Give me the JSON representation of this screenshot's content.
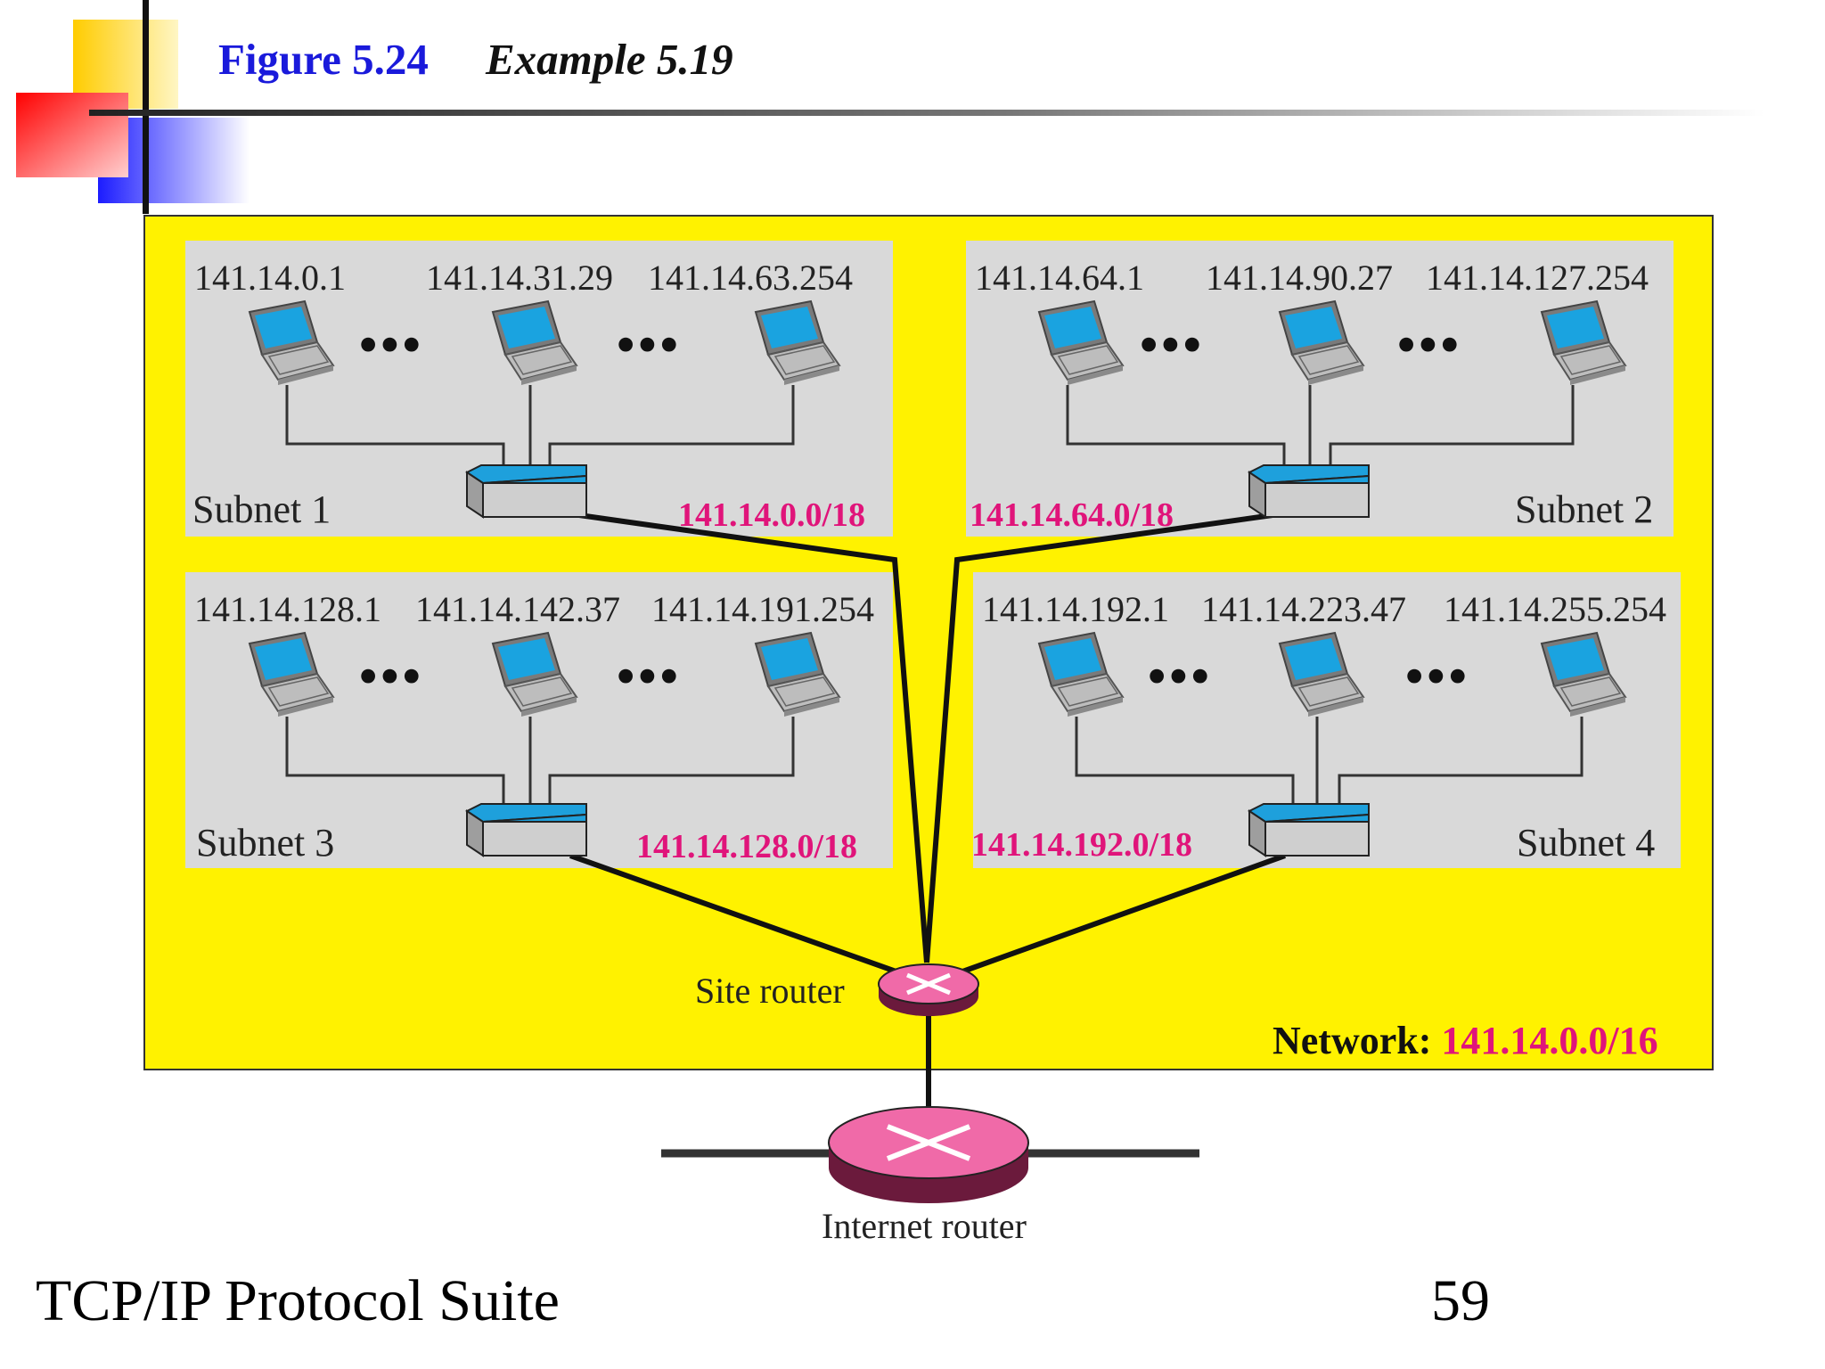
{
  "slide": {
    "figure_label": "Figure 5.24",
    "example_label": "Example 5.19",
    "footer_title": "TCP/IP Protocol Suite",
    "page_number": "59"
  },
  "colors": {
    "network_fill": "#fff200",
    "subnet_fill": "#d9d9d9",
    "prefix_text": "#e0147a",
    "router_fill": "#f06aa8",
    "switch_top": "#1ea0dc",
    "switch_body": "#c8c8c8",
    "title_blue": "#1a1adb"
  },
  "subnets": [
    {
      "label": "Subnet 1",
      "prefix": "141.14.0.0/18",
      "hosts": [
        "141.14.0.1",
        "141.14.31.29",
        "141.14.63.254"
      ]
    },
    {
      "label": "Subnet 2",
      "prefix": "141.14.64.0/18",
      "hosts": [
        "141.14.64.1",
        "141.14.90.27",
        "141.14.127.254"
      ]
    },
    {
      "label": "Subnet 3",
      "prefix": "141.14.128.0/18",
      "hosts": [
        "141.14.128.1",
        "141.14.142.37",
        "141.14.191.254"
      ]
    },
    {
      "label": "Subnet 4",
      "prefix": "141.14.192.0/18",
      "hosts": [
        "141.14.192.1",
        "141.14.223.47",
        "141.14.255.254"
      ]
    }
  ],
  "site_router": {
    "label": "Site router",
    "icon": "router-icon"
  },
  "internet_router": {
    "label": "Internet router",
    "icon": "router-icon"
  },
  "network": {
    "label": "Network:",
    "address": "141.14.0.0/16"
  },
  "icons": {
    "host": "laptop-icon",
    "switch": "switch-icon",
    "ellipsis": "•••"
  }
}
